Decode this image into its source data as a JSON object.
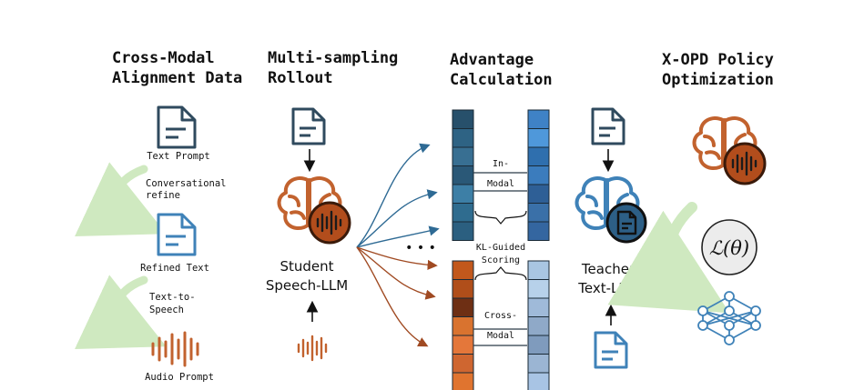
{
  "columns": {
    "data": {
      "title_line1": "Cross-Modal",
      "title_line2": "Alignment Data"
    },
    "rollout": {
      "title_line1": "Multi-sampling",
      "title_line2": "Rollout"
    },
    "advantage": {
      "title_line1": "Advantage",
      "title_line2": "Calculation"
    },
    "policy": {
      "title_line1": "X-OPD Policy",
      "title_line2": "Optimization"
    }
  },
  "data_pipeline": {
    "text_prompt": "Text Prompt",
    "refine_line1": "Conversational",
    "refine_line2": "refine",
    "refined_text": "Refined Text",
    "tts_line1": "Text-to-",
    "tts_line2": "Speech",
    "audio_prompt": "Audio Prompt"
  },
  "student": {
    "line1": "Student",
    "line2": "Speech-LLM"
  },
  "ellipsis": "• • •",
  "advantage_labels": {
    "in_modal_line1": "In-",
    "in_modal_line2": "Modal",
    "kl_line1": "KL-Guided",
    "kl_line2": "Scoring",
    "cross_modal_line1": "Cross-",
    "cross_modal_line2": "Modal"
  },
  "teacher": {
    "line1": "Teacher",
    "line2": "Text-LLM"
  },
  "loss": "ℒ(θ)",
  "colors": {
    "doc_dark": "#2f4a5e",
    "doc_blue": "#3f82b8",
    "orange": "#c2622e",
    "dark_brown": "#6e2f14",
    "green_arrow": "#cfe9c0",
    "blue_line": "#2e6a94",
    "brown_line": "#a04a22"
  },
  "token_columns": {
    "student_in_modal": [
      "#27506b",
      "#2e6384",
      "#386f92",
      "#2a5877",
      "#3d7fa6",
      "#2f6c8f",
      "#2b5f80"
    ],
    "teacher_in_modal": [
      "#3f82c6",
      "#4f98da",
      "#2f6fae",
      "#3b7cbd",
      "#2e5f96",
      "#3a70a8",
      "#3466a0"
    ],
    "student_cross_modal": [
      "#c2581c",
      "#b04e1a",
      "#6e2f14",
      "#d9732f",
      "#e4773a",
      "#cf6630",
      "#e0742f"
    ],
    "teacher_cross_modal": [
      "#a9c6e2",
      "#b7d1ea",
      "#9fbad9",
      "#8fa9c8",
      "#7f9bbd",
      "#9bb5d3",
      "#a8c4e4"
    ]
  }
}
